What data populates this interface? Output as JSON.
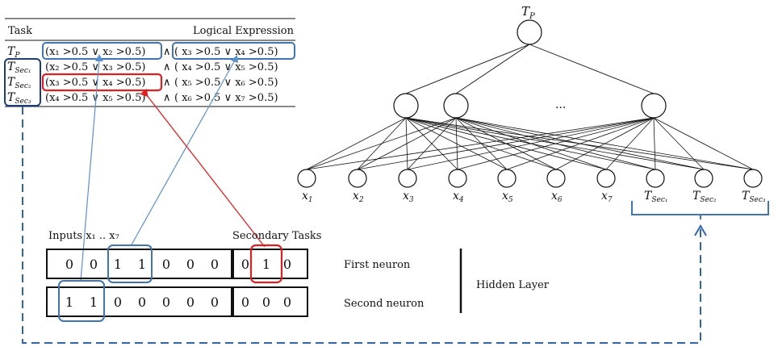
{
  "table": {
    "header_task": "Task",
    "header_expr": "Logical Expression",
    "rows": [
      {
        "task": "T",
        "task_sub": "P",
        "left": "(x₁ >0.5 ∨ x₂ >0.5)",
        "and": "∧",
        "right": "( x₃ >0.5 ∨ x₄ >0.5)"
      },
      {
        "task": "T",
        "task_sub": "Sec₁",
        "left": "(x₂ >0.5 ∨ x₃ >0.5)",
        "and": "∧",
        "right": "( x₄ >0.5 ∨ x₅ >0.5)"
      },
      {
        "task": "T",
        "task_sub": "Sec₂",
        "left": "(x₃ >0.5 ∨ x₄ >0.5)",
        "and": "∧",
        "right": "( x₅ >0.5 ∨ x₆ >0.5)"
      },
      {
        "task": "T",
        "task_sub": "Sec₃",
        "left": "(x₄ >0.5 ∨ x₅ >0.5)",
        "and": "∧",
        "right": "( x₆ >0.5 ∨ x₇ >0.5)"
      }
    ]
  },
  "network": {
    "top_label": "T",
    "top_label_sub": "P",
    "ellipsis": "...",
    "input_labels": [
      {
        "main": "x",
        "sub": "1"
      },
      {
        "main": "x",
        "sub": "2"
      },
      {
        "main": "x",
        "sub": "3"
      },
      {
        "main": "x",
        "sub": "4"
      },
      {
        "main": "x",
        "sub": "5"
      },
      {
        "main": "x",
        "sub": "6"
      },
      {
        "main": "x",
        "sub": "7"
      },
      {
        "main": "T",
        "sub": "Sec₁"
      },
      {
        "main": "T",
        "sub": "Sec₂"
      },
      {
        "main": "T",
        "sub": "Sec₃"
      }
    ]
  },
  "hidden": {
    "inputs_label": "Inputs x₁ .. x₇",
    "secondary_label": "Secondary Tasks",
    "first_neuron": {
      "label": "First neuron",
      "inputs": [
        "0",
        "0",
        "1",
        "1",
        "0",
        "0",
        "0"
      ],
      "secondary": [
        "0",
        "1",
        "0"
      ]
    },
    "second_neuron": {
      "label": "Second neuron",
      "inputs": [
        "1",
        "1",
        "0",
        "0",
        "0",
        "0",
        "0"
      ],
      "secondary": [
        "0",
        "0",
        "0"
      ]
    },
    "layer_label": "Hidden Layer"
  },
  "colors": {
    "blue": "#3f74b5",
    "red": "#e02020",
    "dashed_blue": "#2f64b0",
    "ink": "#111111"
  }
}
